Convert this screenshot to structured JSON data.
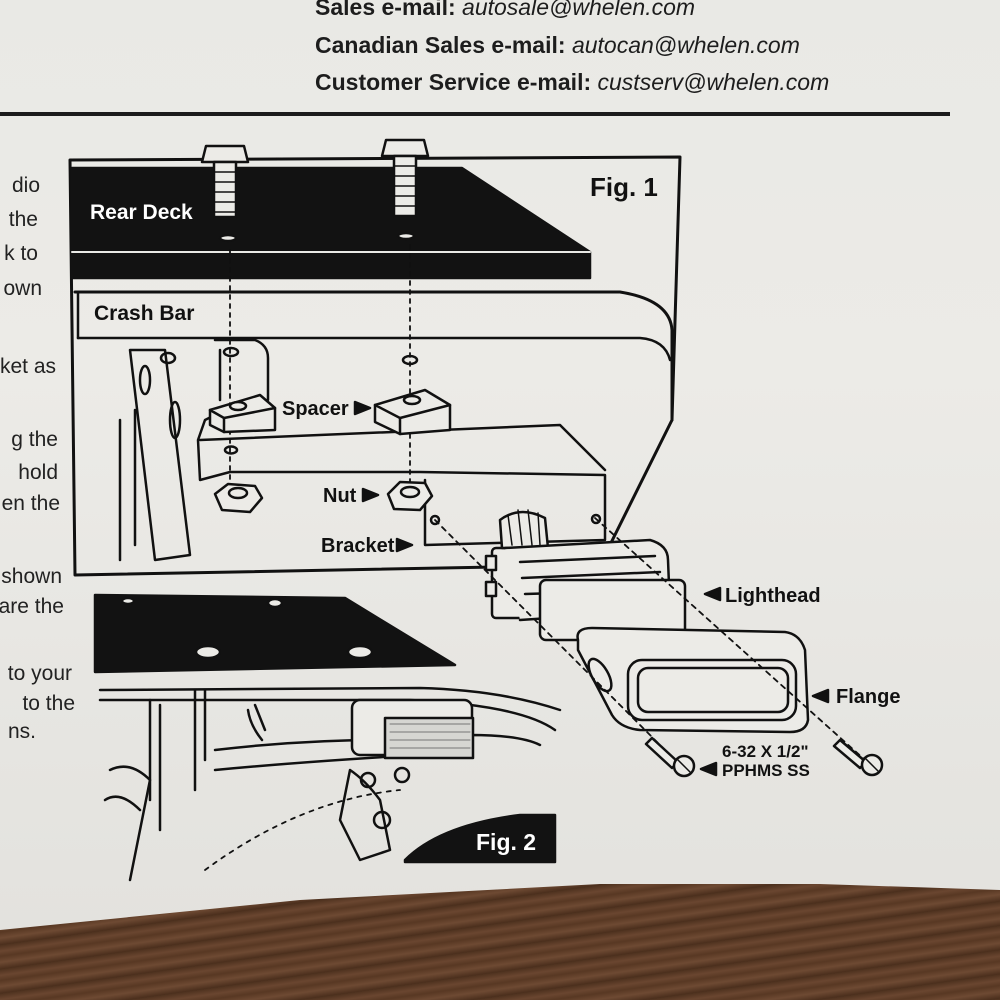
{
  "header": {
    "sales": {
      "label": "Sales e-mail:",
      "value": "autosale@whelen.com"
    },
    "canadian_sales": {
      "label": "Canadian Sales e-mail:",
      "value": "autocan@whelen.com"
    },
    "customer_service": {
      "label": "Customer Service e-mail:",
      "value": "custserv@whelen.com"
    }
  },
  "left_fragments": [
    "dio",
    "the",
    "k to",
    "own",
    "ket as",
    "g  the",
    "hold",
    "en  the",
    "shown",
    "are  the",
    "to  your",
    "to  the",
    "ns."
  ],
  "figure1": {
    "title": "Fig. 1",
    "labels": {
      "rear_deck": "Rear Deck",
      "crash_bar": "Crash Bar",
      "spacer": "Spacer",
      "nut": "Nut",
      "bracket": "Bracket",
      "lighthead": "Lighthead",
      "flange": "Flange",
      "screw_line1": "6-32 X 1/2\"",
      "screw_line2": "PPHMS SS"
    }
  },
  "figure2": {
    "title": "Fig. 2"
  },
  "colors": {
    "ink": "#111111",
    "paper": "#ecebe7",
    "wood": "#5a3a26"
  }
}
